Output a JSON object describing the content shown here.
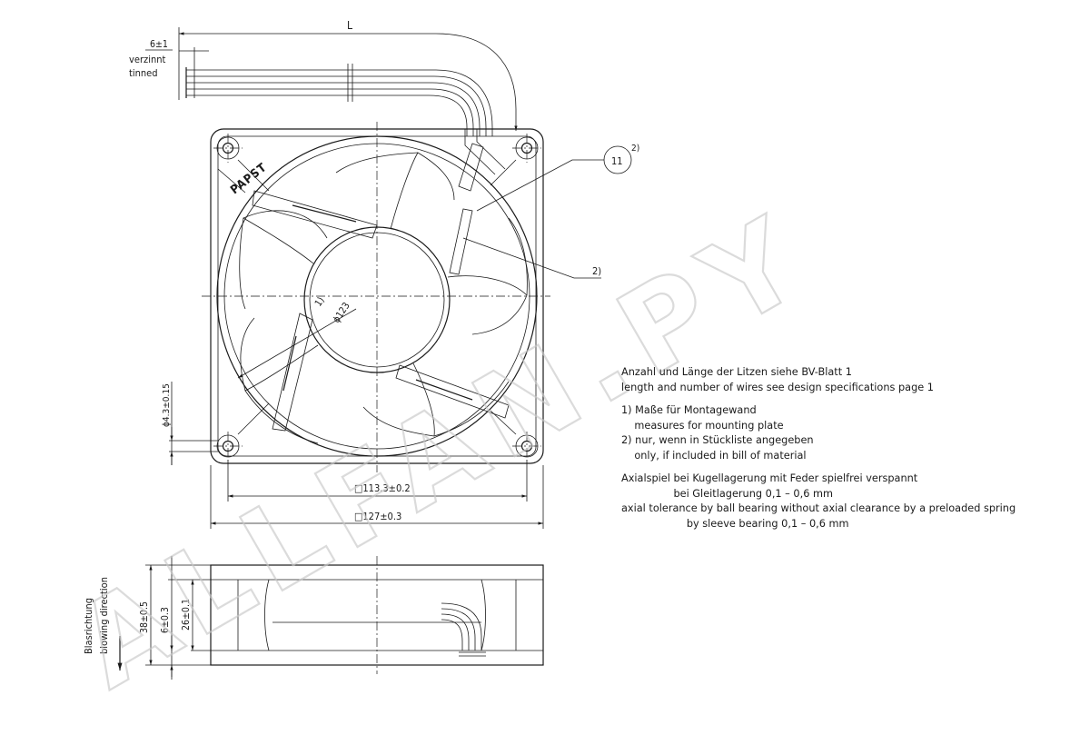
{
  "dimensions": {
    "cable_length": "L",
    "strip_length": "6±1",
    "strip_note_de": "verzinnt",
    "strip_note_en": "tinned",
    "callout_item": "11",
    "callout_note_ref": "2)",
    "callout_note_ref_2": "2)",
    "blade_ref": "1)",
    "blade_diameter": "ϕ123",
    "hole_diameter": "ϕ4.3±0.15",
    "mount_spacing": "□113.3±0.2",
    "overall_size": "□127±0.3",
    "depth_total": "38±0.5",
    "depth_flange": "6±0.3",
    "depth_body": "26±0.1",
    "airflow_de": "Blasrichtung",
    "airflow_en": "blowing direction"
  },
  "brand_mark": "PAPST",
  "watermark": "ALLFAN.PY",
  "notes": {
    "wires_de": "Anzahl und Länge der Litzen siehe BV-Blatt 1",
    "wires_en": "length and number of wires see design specifications page 1",
    "n1_de": "1) Maße für Montagewand",
    "n1_en": "    measures for mounting plate",
    "n2_de": "2) nur, wenn in Stückliste angegeben",
    "n2_en": "    only, if included in bill of material",
    "axial_de_1": "Axialspiel bei Kugellagerung mit Feder spielfrei verspannt",
    "axial_de_2": "                bei Gleitlagerung 0,1 – 0,6 mm",
    "axial_en_1": "axial tolerance by ball bearing without axial clearance by a preloaded spring",
    "axial_en_2": "                    by sleeve bearing 0,1 – 0,6 mm"
  }
}
